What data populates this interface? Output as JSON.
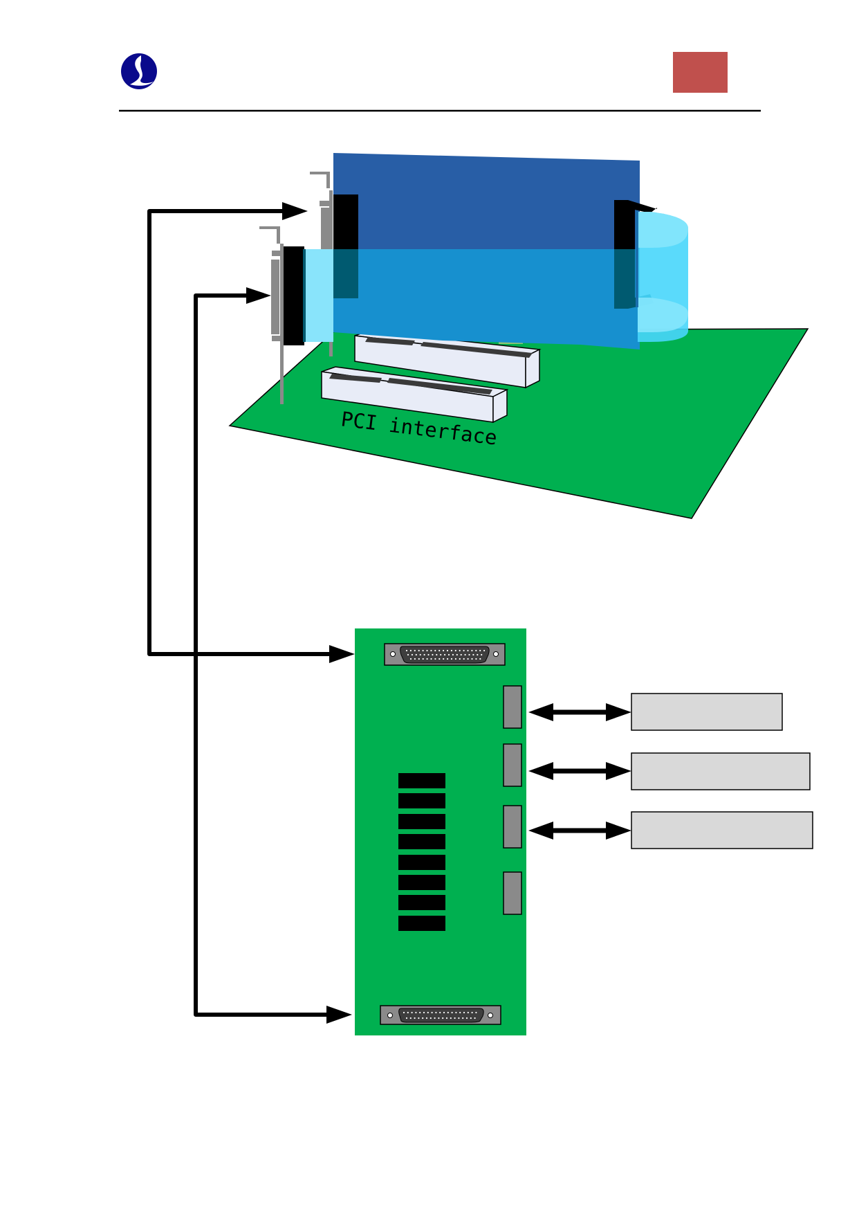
{
  "header": {
    "logo": "company-logo",
    "badge_color": "#c0504d"
  },
  "diagram": {
    "pci_label": "PCI interface",
    "colors": {
      "motherboard": "#00b050",
      "card_top": "#285ea6",
      "card_bottom": "#1790cf",
      "cable": "#48d6fb",
      "terminal_board": "#00b050",
      "device_box": "#d9d9d9",
      "connector_gray": "#8a8a8a"
    },
    "terminal_board": {
      "relay_count": 8,
      "side_connector_count": 4,
      "device_box_count": 3
    }
  }
}
